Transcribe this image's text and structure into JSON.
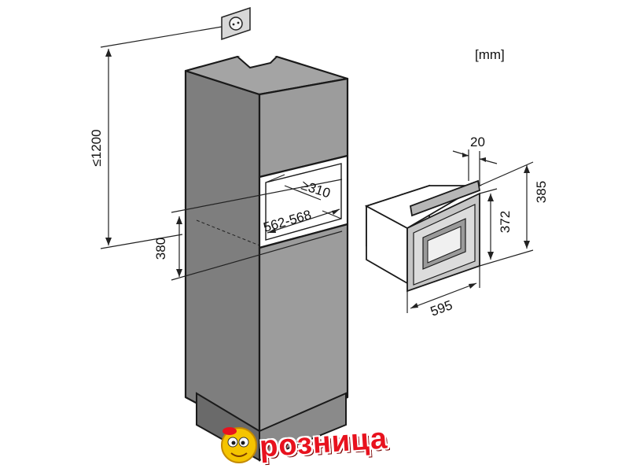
{
  "units": "[mm]",
  "dimensions": {
    "max_height": "≤1200",
    "niche_width": "562-568",
    "niche_depth": "≥310",
    "niche_height": "380",
    "oven_depth_front": "20",
    "oven_height_total": "385",
    "oven_height_front": "372",
    "oven_width": "595"
  },
  "logo": {
    "text": "розница"
  },
  "colors": {
    "cabinet_fill": "#9c9c9c",
    "cabinet_side": "#7e7e7e",
    "cabinet_dark": "#6a6a6a",
    "line": "#1a1a1a",
    "logo_red": "#e8121e",
    "logo_yellow": "#f5c400"
  }
}
